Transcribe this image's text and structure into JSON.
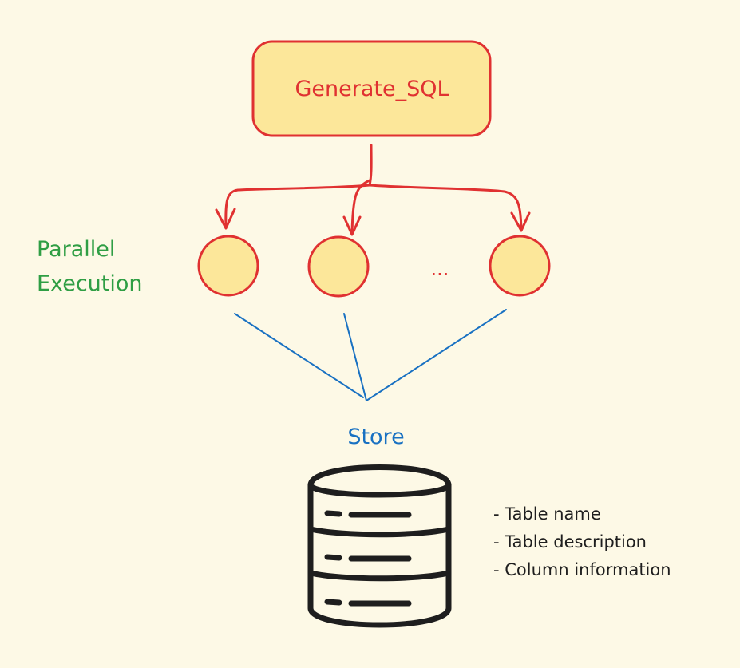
{
  "diagram": {
    "top_node_label": "Generate_SQL",
    "group_label_line1": "Parallel",
    "group_label_line2": "Execution",
    "ellipsis": "...",
    "store_label": "Store",
    "store_items": [
      "- Table name",
      "- Table description",
      "- Column information"
    ]
  },
  "colors": {
    "background": "#fdf9e6",
    "node_fill": "#fce79a",
    "node_stroke": "#e03131",
    "green_text": "#2f9e44",
    "blue": "#1971c2",
    "ink": "#1e1e1e"
  }
}
